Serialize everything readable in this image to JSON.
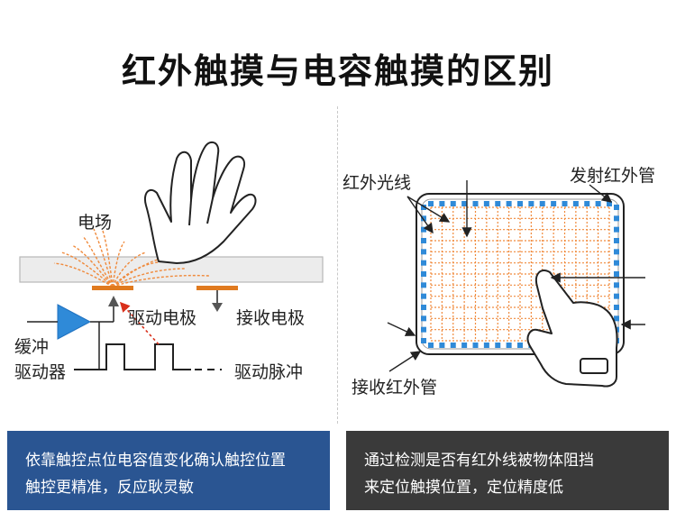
{
  "title": "红外触摸与电容触摸的区别",
  "left": {
    "electric_field": "电场",
    "drive_electrode": "驱动电极",
    "receive_electrode": "接收电极",
    "buffer_line1": "缓冲",
    "buffer_line2": "驱动器",
    "drive_pulse": "驱动脉冲",
    "caption_line1": "依靠触控点位电容值变化确认触控位置",
    "caption_line2": "触控更精准，反应耿灵敏"
  },
  "right": {
    "ir_light": "红外光线",
    "ir_emitter": "发射红外管",
    "ir_receiver": "接收红外管",
    "caption_line1": "通过检测是否有红外线被物体阻挡",
    "caption_line2": "来定位触摸位置，定位精度低"
  },
  "colors": {
    "left_box": "#2a5592",
    "right_box": "#3a3a3a",
    "field_lines": "#f08a3c",
    "emitter_dots": "#2f8ad8",
    "electrode": "#e07a1f",
    "buffer_triangle": "#2f8ad8"
  }
}
